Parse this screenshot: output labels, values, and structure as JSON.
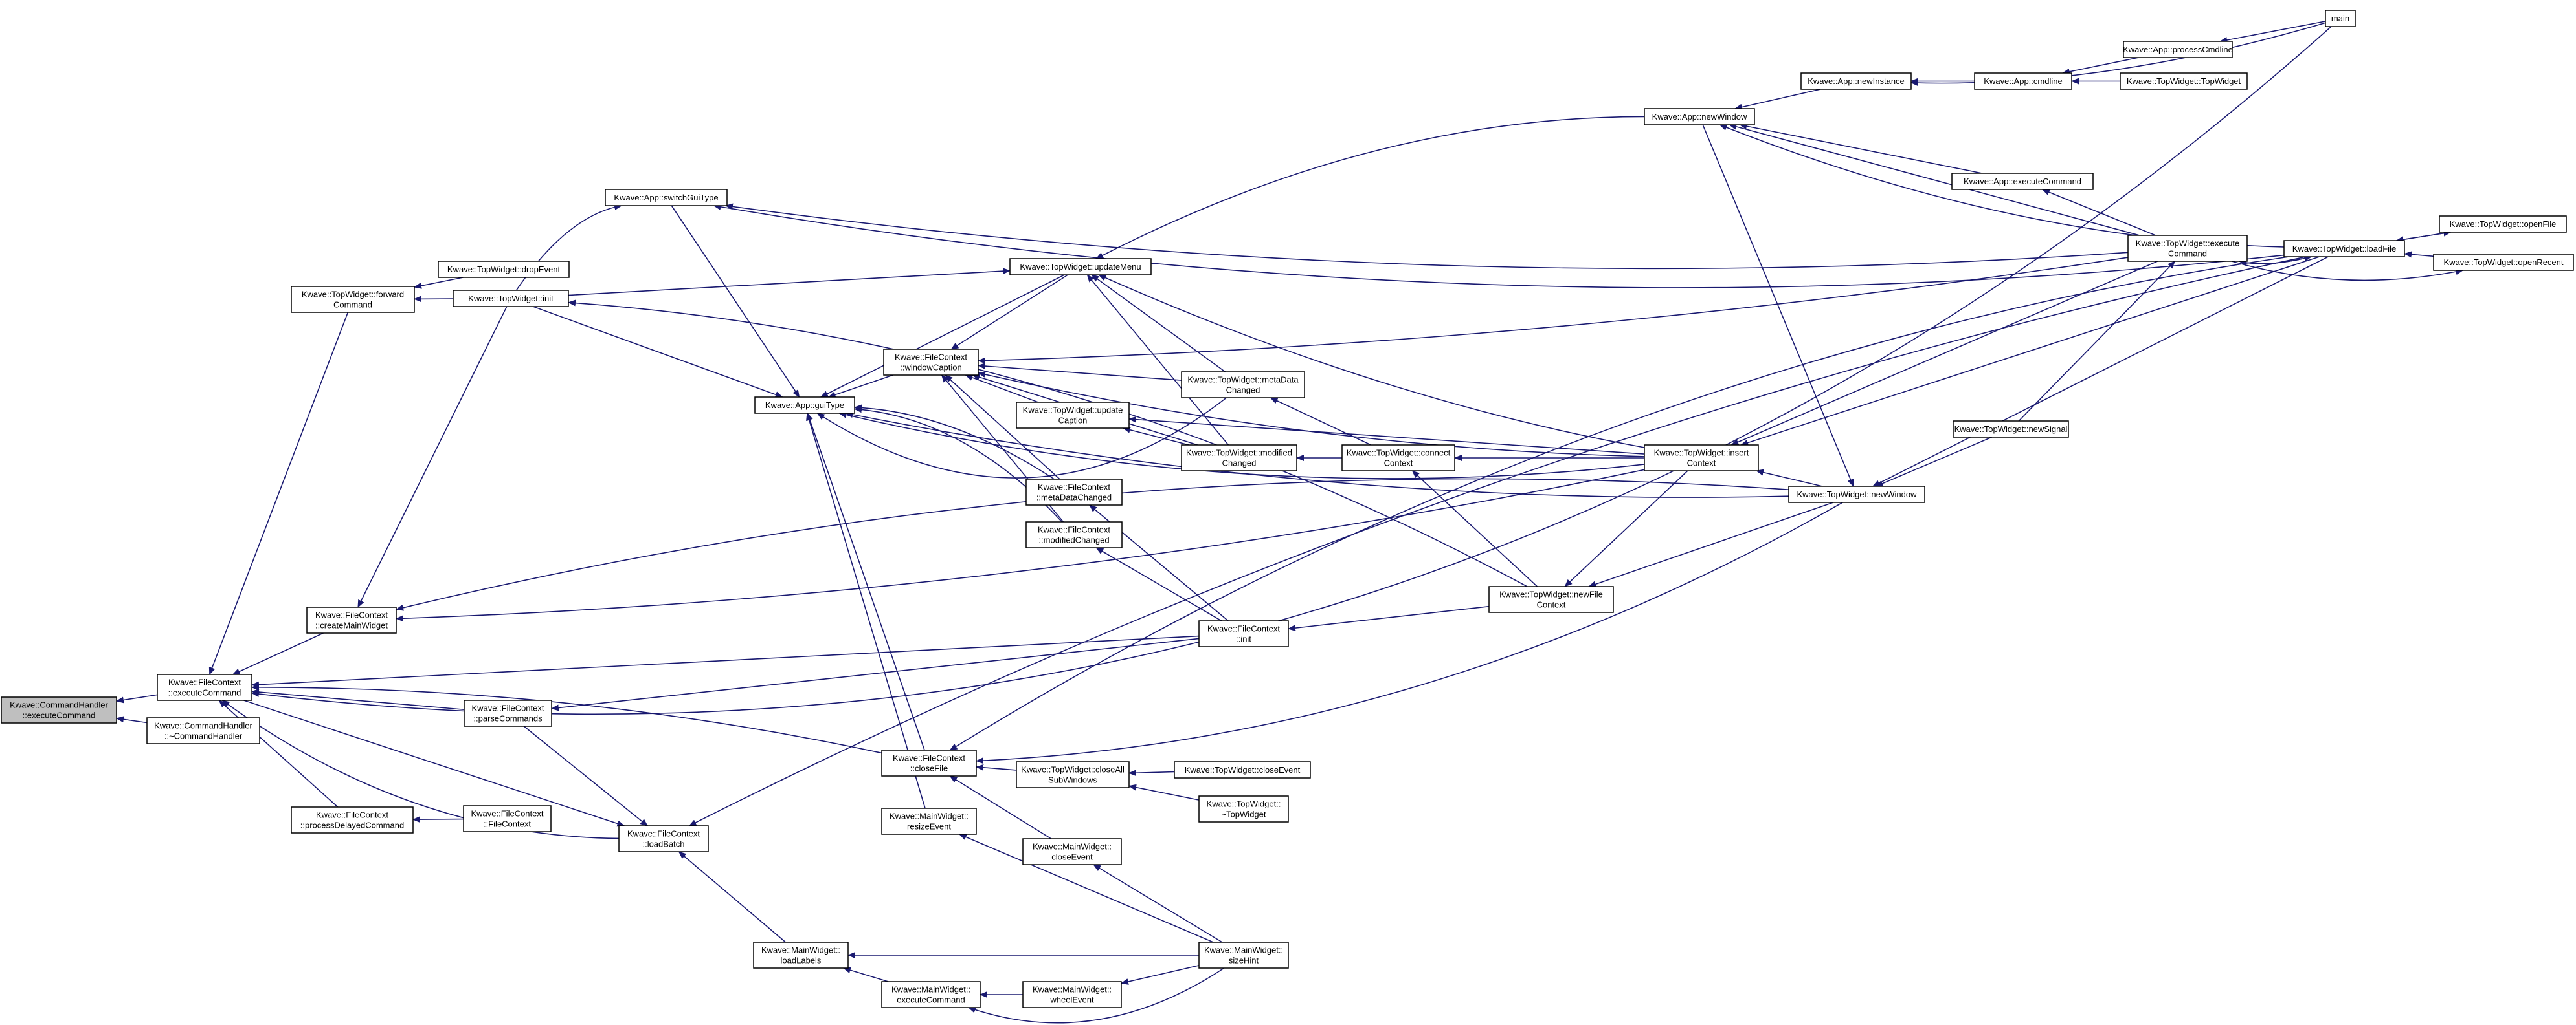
{
  "diagram": {
    "type": "caller-graph",
    "colors": {
      "edge": "#191970",
      "node_border": "#000000",
      "root_fill": "#bfbfbf",
      "node_fill": "#ffffff"
    },
    "nodes": [
      {
        "id": "root",
        "lines": [
          "Kwave::CommandHandler",
          "::executeCommand"
        ]
      },
      {
        "id": "fc_exec",
        "lines": [
          "Kwave::FileContext",
          "::executeCommand"
        ]
      },
      {
        "id": "ch_dtor",
        "lines": [
          "Kwave::CommandHandler",
          "::~CommandHandler"
        ]
      },
      {
        "id": "tw_fwd",
        "lines": [
          "Kwave::TopWidget::forward",
          "Command"
        ]
      },
      {
        "id": "tw_drop",
        "lines": [
          "Kwave::TopWidget::dropEvent"
        ]
      },
      {
        "id": "tw_init",
        "lines": [
          "Kwave::TopWidget::init"
        ]
      },
      {
        "id": "fc_cmw",
        "lines": [
          "Kwave::FileContext",
          "::createMainWidget"
        ]
      },
      {
        "id": "fc_parse",
        "lines": [
          "Kwave::FileContext",
          "::parseCommands"
        ]
      },
      {
        "id": "fc_pdc",
        "lines": [
          "Kwave::FileContext",
          "::processDelayedCommand"
        ]
      },
      {
        "id": "fc_ctor",
        "lines": [
          "Kwave::FileContext",
          "::FileContext"
        ]
      },
      {
        "id": "fc_lb",
        "lines": [
          "Kwave::FileContext",
          "::loadBatch"
        ]
      },
      {
        "id": "app_sgt",
        "lines": [
          "Kwave::App::switchGuiType"
        ]
      },
      {
        "id": "app_gt",
        "lines": [
          "Kwave::App::guiType"
        ]
      },
      {
        "id": "mw_ll",
        "lines": [
          "Kwave::MainWidget::",
          "loadLabels"
        ]
      },
      {
        "id": "mw_ec",
        "lines": [
          "Kwave::MainWidget::",
          "executeCommand"
        ]
      },
      {
        "id": "mw_we",
        "lines": [
          "Kwave::MainWidget::",
          "wheelEvent"
        ]
      },
      {
        "id": "fc_wc",
        "lines": [
          "Kwave::FileContext",
          "::windowCaption"
        ]
      },
      {
        "id": "tw_um",
        "lines": [
          "Kwave::TopWidget::updateMenu"
        ]
      },
      {
        "id": "tw_uc",
        "lines": [
          "Kwave::TopWidget::update",
          "Caption"
        ]
      },
      {
        "id": "fc_mdc",
        "lines": [
          "Kwave::FileContext",
          "::metaDataChanged"
        ]
      },
      {
        "id": "fc_modc",
        "lines": [
          "Kwave::FileContext",
          "::modifiedChanged"
        ]
      },
      {
        "id": "fc_close",
        "lines": [
          "Kwave::FileContext",
          "::closeFile"
        ]
      },
      {
        "id": "mw_re",
        "lines": [
          "Kwave::MainWidget::",
          "resizeEvent"
        ]
      },
      {
        "id": "tw_cas",
        "lines": [
          "Kwave::TopWidget::closeAll",
          "SubWindows"
        ]
      },
      {
        "id": "mw_ce",
        "lines": [
          "Kwave::MainWidget::",
          "closeEvent"
        ]
      },
      {
        "id": "tw_mdc",
        "lines": [
          "Kwave::TopWidget::metaData",
          "Changed"
        ]
      },
      {
        "id": "tw_modc",
        "lines": [
          "Kwave::TopWidget::modified",
          "Changed"
        ]
      },
      {
        "id": "tw_cc",
        "lines": [
          "Kwave::TopWidget::connect",
          "Context"
        ]
      },
      {
        "id": "fc_init",
        "lines": [
          "Kwave::FileContext",
          "::init"
        ]
      },
      {
        "id": "mw_sh",
        "lines": [
          "Kwave::MainWidget::",
          "sizeHint"
        ]
      },
      {
        "id": "tw_ce",
        "lines": [
          "Kwave::TopWidget::closeEvent"
        ]
      },
      {
        "id": "tw_dtor",
        "lines": [
          "Kwave::TopWidget::",
          "~TopWidget"
        ]
      },
      {
        "id": "app_nw",
        "lines": [
          "Kwave::App::newWindow"
        ]
      },
      {
        "id": "app_ni",
        "lines": [
          "Kwave::App::newInstance"
        ]
      },
      {
        "id": "app_cmd",
        "lines": [
          "Kwave::App::cmdline"
        ]
      },
      {
        "id": "app_pc",
        "lines": [
          "Kwave::App::processCmdline"
        ]
      },
      {
        "id": "tw_ctor",
        "lines": [
          "Kwave::TopWidget::TopWidget"
        ]
      },
      {
        "id": "main",
        "lines": [
          "main"
        ]
      },
      {
        "id": "app_ec",
        "lines": [
          "Kwave::App::executeCommand"
        ]
      },
      {
        "id": "tw_exec",
        "lines": [
          "Kwave::TopWidget::execute",
          "Command"
        ]
      },
      {
        "id": "tw_lf",
        "lines": [
          "Kwave::TopWidget::loadFile"
        ]
      },
      {
        "id": "tw_of",
        "lines": [
          "Kwave::TopWidget::openFile"
        ]
      },
      {
        "id": "tw_or",
        "lines": [
          "Kwave::TopWidget::openRecent"
        ]
      },
      {
        "id": "tw_ins",
        "lines": [
          "Kwave::TopWidget::insert",
          "Context"
        ]
      },
      {
        "id": "tw_nw",
        "lines": [
          "Kwave::TopWidget::newWindow"
        ]
      },
      {
        "id": "tw_ns",
        "lines": [
          "Kwave::TopWidget::newSignal"
        ]
      },
      {
        "id": "tw_nfc",
        "lines": [
          "Kwave::TopWidget::newFile",
          "Context"
        ]
      }
    ],
    "edges": [
      [
        "fc_exec",
        "root"
      ],
      [
        "ch_dtor",
        "root"
      ],
      [
        "tw_fwd",
        "fc_exec"
      ],
      [
        "fc_cmw",
        "fc_exec"
      ],
      [
        "fc_parse",
        "fc_exec"
      ],
      [
        "fc_pdc",
        "fc_exec"
      ],
      [
        "fc_lb",
        "fc_exec"
      ],
      [
        "fc_close",
        "fc_exec"
      ],
      [
        "fc_init",
        "fc_exec"
      ],
      [
        "main",
        "fc_exec"
      ],
      [
        "tw_drop",
        "tw_fwd"
      ],
      [
        "tw_init",
        "tw_fwd"
      ],
      [
        "tw_init",
        "fc_cmw"
      ],
      [
        "tw_ins",
        "fc_cmw"
      ],
      [
        "tw_nw",
        "fc_cmw"
      ],
      [
        "fc_init",
        "fc_parse"
      ],
      [
        "fc_ctor",
        "fc_pdc"
      ],
      [
        "fc_parse",
        "fc_lb"
      ],
      [
        "fc_exec",
        "fc_lb"
      ],
      [
        "tw_lf",
        "fc_lb"
      ],
      [
        "tw_init",
        "app_gt"
      ],
      [
        "app_sgt",
        "app_gt"
      ],
      [
        "fc_wc",
        "app_gt"
      ],
      [
        "tw_um",
        "app_gt"
      ],
      [
        "fc_mdc",
        "app_gt"
      ],
      [
        "fc_modc",
        "app_gt"
      ],
      [
        "fc_close",
        "app_gt"
      ],
      [
        "mw_re",
        "app_gt"
      ],
      [
        "tw_ins",
        "app_gt"
      ],
      [
        "tw_nw",
        "app_gt"
      ],
      [
        "tw_mdc",
        "app_gt"
      ],
      [
        "tw_init",
        "app_sgt"
      ],
      [
        "tw_exec",
        "app_sgt"
      ],
      [
        "tw_lf",
        "app_sgt"
      ],
      [
        "tw_um",
        "fc_wc"
      ],
      [
        "tw_uc",
        "fc_wc"
      ],
      [
        "fc_mdc",
        "fc_wc"
      ],
      [
        "fc_modc",
        "fc_wc"
      ],
      [
        "tw_mdc",
        "fc_wc"
      ],
      [
        "tw_modc",
        "fc_wc"
      ],
      [
        "tw_ins",
        "fc_wc"
      ],
      [
        "tw_exec",
        "fc_wc"
      ],
      [
        "tw_init",
        "tw_um"
      ],
      [
        "tw_ins",
        "tw_um"
      ],
      [
        "tw_mdc",
        "tw_um"
      ],
      [
        "tw_modc",
        "tw_um"
      ],
      [
        "app_nw",
        "tw_um"
      ],
      [
        "tw_modc",
        "tw_uc"
      ],
      [
        "tw_ins",
        "tw_uc"
      ],
      [
        "tw_cc",
        "tw_mdc"
      ],
      [
        "tw_cc",
        "tw_modc"
      ],
      [
        "tw_ins",
        "tw_cc"
      ],
      [
        "tw_nfc",
        "tw_cc"
      ],
      [
        "fc_init",
        "fc_mdc"
      ],
      [
        "fc_init",
        "fc_modc"
      ],
      [
        "tw_cas",
        "fc_close"
      ],
      [
        "mw_ce",
        "fc_close"
      ],
      [
        "tw_nw",
        "fc_close"
      ],
      [
        "tw_lf",
        "fc_close"
      ],
      [
        "tw_ce",
        "tw_cas"
      ],
      [
        "tw_dtor",
        "tw_cas"
      ],
      [
        "mw_sh",
        "mw_re"
      ],
      [
        "mw_sh",
        "mw_ce"
      ],
      [
        "mw_sh",
        "mw_ll"
      ],
      [
        "mw_ec",
        "mw_ll"
      ],
      [
        "mw_sh",
        "mw_ec"
      ],
      [
        "mw_we",
        "mw_ec"
      ],
      [
        "mw_sh",
        "mw_we"
      ],
      [
        "mw_ll",
        "fc_lb"
      ],
      [
        "tw_nfc",
        "fc_init"
      ],
      [
        "tw_nfc",
        "tw_init"
      ],
      [
        "tw_ins",
        "tw_nfc"
      ],
      [
        "tw_nw",
        "tw_nfc"
      ],
      [
        "tw_nw",
        "tw_ins"
      ],
      [
        "app_nw",
        "tw_nw"
      ],
      [
        "tw_ns",
        "tw_nw"
      ],
      [
        "tw_lf",
        "tw_nw"
      ],
      [
        "app_ni",
        "app_nw"
      ],
      [
        "tw_exec",
        "app_nw"
      ],
      [
        "tw_lf",
        "app_nw"
      ],
      [
        "app_cmd",
        "app_ni"
      ],
      [
        "main",
        "app_ni"
      ],
      [
        "app_pc",
        "app_cmd"
      ],
      [
        "tw_ctor",
        "app_cmd"
      ],
      [
        "main",
        "app_pc"
      ],
      [
        "app_ec",
        "app_nw"
      ],
      [
        "tw_exec",
        "app_ec"
      ],
      [
        "tw_ns",
        "tw_exec"
      ],
      [
        "tw_lf",
        "tw_exec"
      ],
      [
        "tw_exec",
        "tw_lf"
      ],
      [
        "tw_of",
        "tw_lf"
      ],
      [
        "tw_or",
        "tw_lf"
      ],
      [
        "tw_exec",
        "tw_or"
      ],
      [
        "tw_lf",
        "tw_of"
      ],
      [
        "tw_exec",
        "tw_ins"
      ],
      [
        "tw_lf",
        "tw_ins"
      ]
    ]
  }
}
